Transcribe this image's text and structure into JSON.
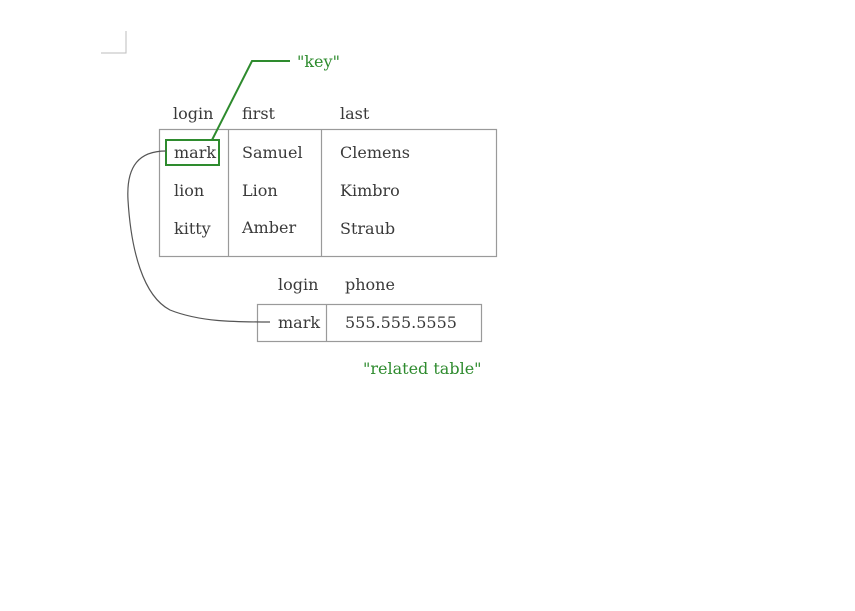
{
  "annotations": {
    "key_label": "\"key\"",
    "related_label": "\"related table\""
  },
  "main_table": {
    "headers": [
      "login",
      "first",
      "last"
    ],
    "rows": [
      [
        "mark",
        "Samuel",
        "Clemens"
      ],
      [
        "lion",
        "Lion",
        "Kimbro"
      ],
      [
        "kitty",
        "Amber",
        "Straub"
      ]
    ]
  },
  "related_table": {
    "headers": [
      "login",
      "phone"
    ],
    "rows": [
      [
        "mark",
        "555.555.5555"
      ]
    ]
  },
  "colors": {
    "annotation": "#2e8b2e",
    "border": "#9a9a9a",
    "text": "#3a3a3a",
    "connector": "#555555"
  }
}
